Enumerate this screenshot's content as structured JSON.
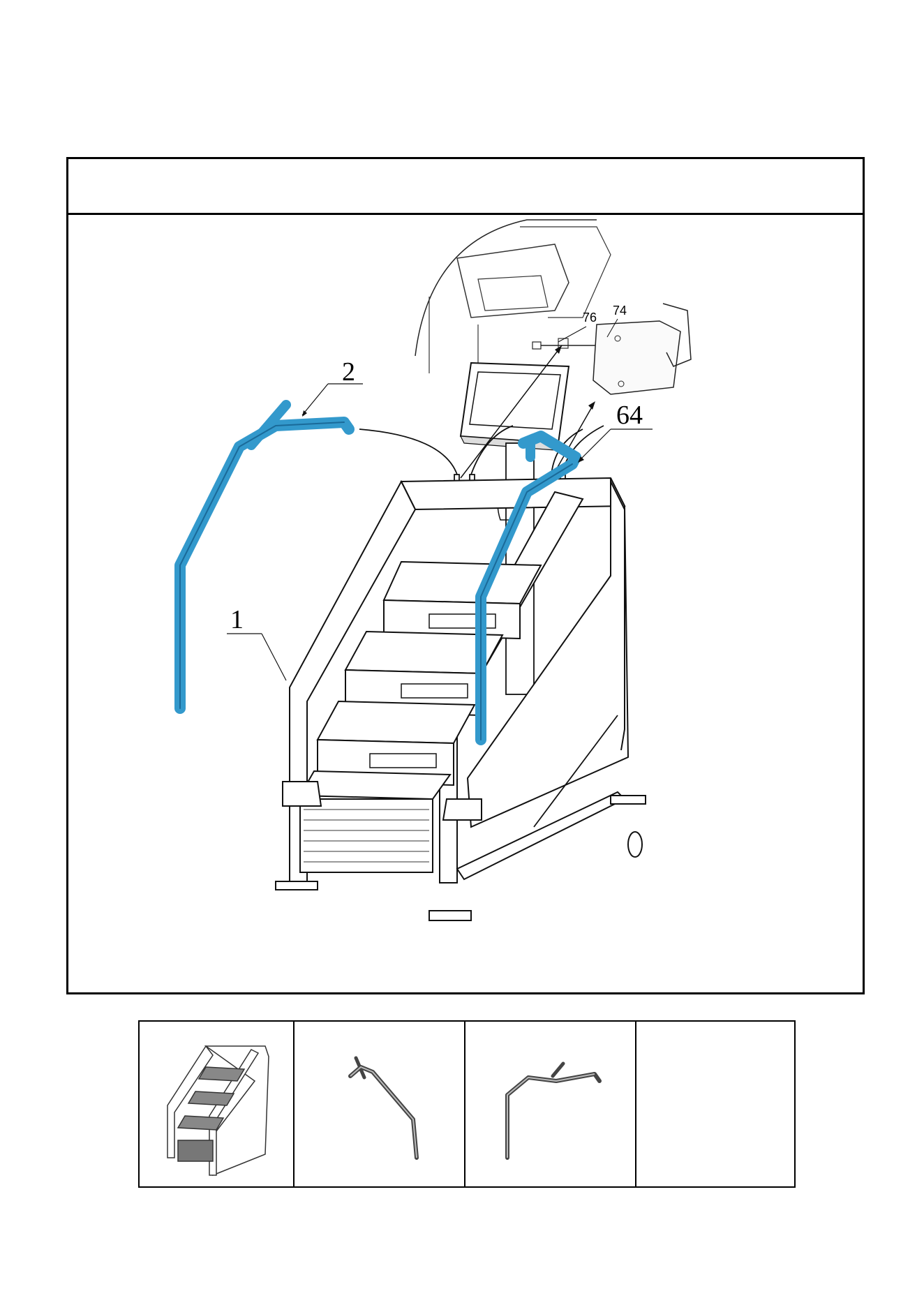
{
  "diagram": {
    "callouts": {
      "frame": "1",
      "left_handrail": "2",
      "right_handrail": "64",
      "console_connector": "76",
      "cable": "74"
    }
  },
  "colors": {
    "handrail": "#3399cc",
    "line": "#111111",
    "background": "#ffffff"
  },
  "parts_table": {
    "cells": [
      {
        "name": "frame-thumbnail",
        "icon": "stair-frame"
      },
      {
        "name": "left-handrail-thumbnail",
        "icon": "handrail-left"
      },
      {
        "name": "right-handrail-thumbnail",
        "icon": "handrail-right"
      },
      {
        "name": "empty-cell",
        "icon": ""
      }
    ]
  }
}
